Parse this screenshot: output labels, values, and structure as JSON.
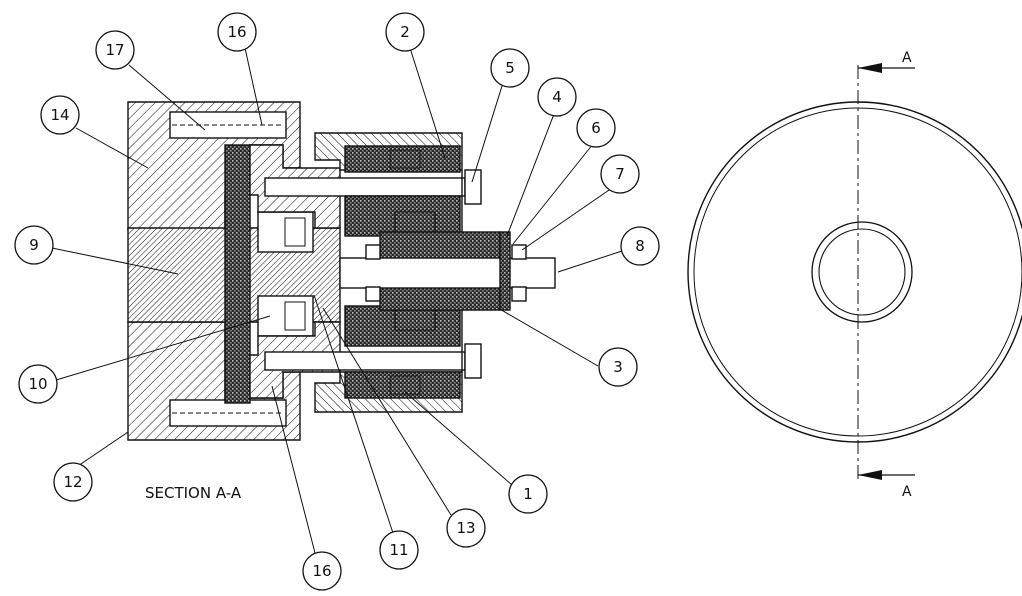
{
  "section_title": "SECTION A-A",
  "section_marker": {
    "top_letter": "A",
    "bottom_letter": "A"
  },
  "balloons": [
    {
      "id": "b17",
      "label": "17"
    },
    {
      "id": "b16t",
      "label": "16"
    },
    {
      "id": "b2",
      "label": "2"
    },
    {
      "id": "b5",
      "label": "5"
    },
    {
      "id": "b4",
      "label": "4"
    },
    {
      "id": "b6",
      "label": "6"
    },
    {
      "id": "b7",
      "label": "7"
    },
    {
      "id": "b14",
      "label": "14"
    },
    {
      "id": "b9",
      "label": "9"
    },
    {
      "id": "b8",
      "label": "8"
    },
    {
      "id": "b3",
      "label": "3"
    },
    {
      "id": "b10",
      "label": "10"
    },
    {
      "id": "b12",
      "label": "12"
    },
    {
      "id": "b1",
      "label": "1"
    },
    {
      "id": "b13",
      "label": "13"
    },
    {
      "id": "b11",
      "label": "11"
    },
    {
      "id": "b16b",
      "label": "16"
    }
  ]
}
